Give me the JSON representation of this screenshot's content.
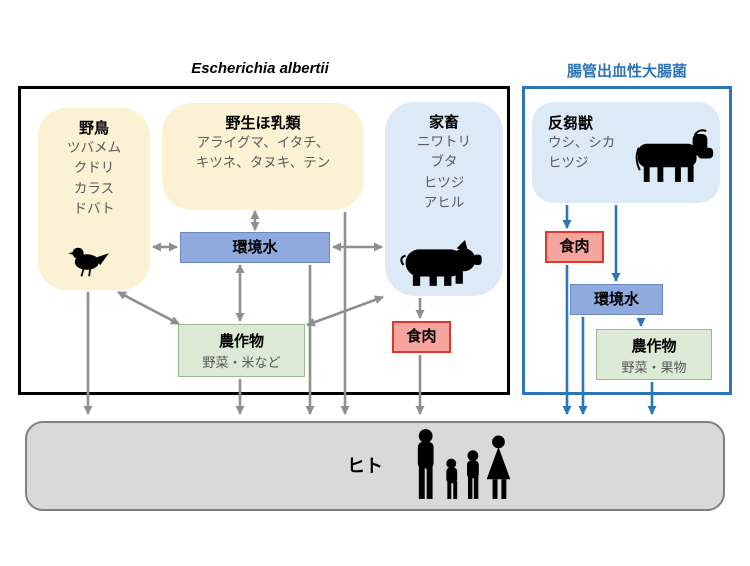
{
  "titles": {
    "left": "Escherichia albertii",
    "right": "腸管出血性大腸菌"
  },
  "left_panel": {
    "wild_birds": {
      "title": "野鳥",
      "lines": [
        "ツバメム",
        "クドリ",
        "カラス",
        "ドバト"
      ]
    },
    "wild_mammals": {
      "title": "野生ほ乳類",
      "lines": [
        "アライグマ、イタチ、",
        "キツネ、タヌキ、テン"
      ]
    },
    "livestock": {
      "title": "家畜",
      "lines": [
        "ニワトリ",
        "ブタ",
        "ヒツジ",
        "アヒル"
      ]
    },
    "env_water_label": "環境水",
    "crops": {
      "title": "農作物",
      "subtitle": "野菜・米など"
    },
    "meat_label": "食肉"
  },
  "right_panel": {
    "ruminants": {
      "title": "反芻獣",
      "lines": [
        "ウシ、シカ",
        "ヒツジ"
      ]
    },
    "meat_label": "食肉",
    "env_water_label": "環境水",
    "crops": {
      "title": "農作物",
      "subtitle": "野菜・果物"
    }
  },
  "human_bar": {
    "label": "ヒト"
  },
  "icons": {
    "bird": "bird-silhouette",
    "pig": "pig-silhouette",
    "cow": "cow-silhouette",
    "family": "human-family-silhouette"
  },
  "colors": {
    "blue-accent": "#2E75B6",
    "cream": "#FBF1D3",
    "light-blue": "#DCE9F6",
    "periwinkle": "#8FAADC",
    "green": "#DCE9D5",
    "meat-fill": "#F5A49E",
    "meat-border": "#E0362C",
    "gray-arrow": "#8f8f8f",
    "bar-fill": "#D9D9D9",
    "bar-border": "#7F7F7F",
    "secondary-text": "#595959"
  }
}
